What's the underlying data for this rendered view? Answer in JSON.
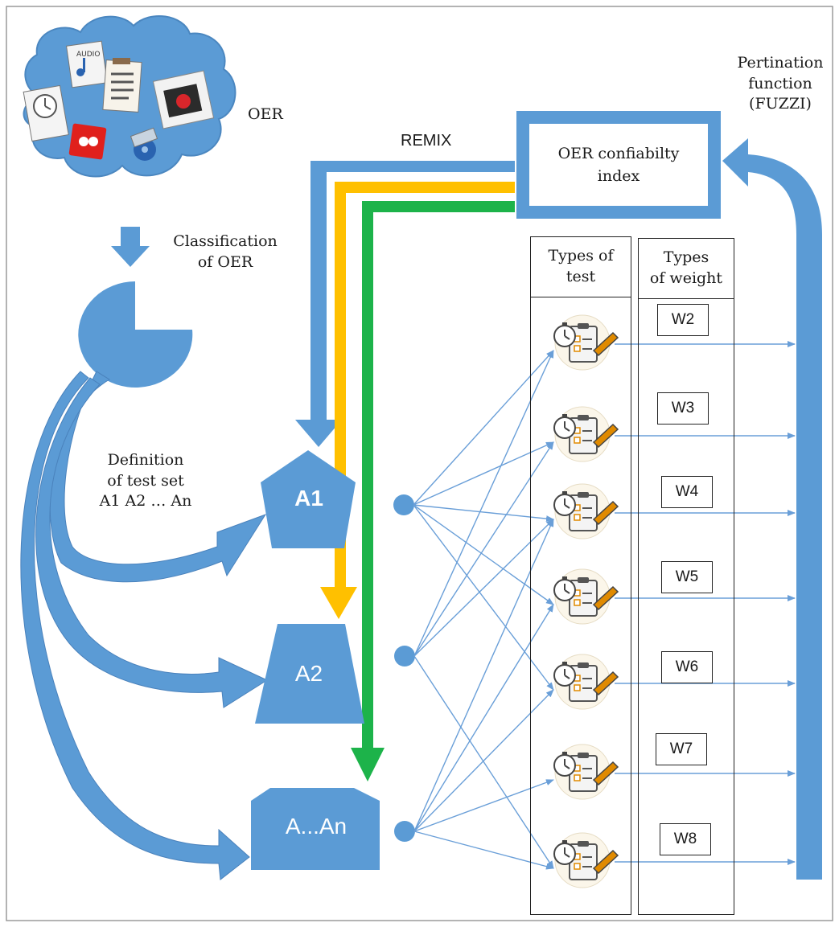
{
  "labels": {
    "oer": "OER",
    "remix": "REMIX",
    "pertination": "Pertination",
    "function": "function",
    "fuzzi": "(FUZZI)",
    "classification_1": "Classification",
    "classification_2": "of OER",
    "definition_1": "Definition",
    "definition_2": "of test set",
    "definition_3": "A1 A2 … An",
    "confiability_1": "OER confiabilty",
    "confiability_2": "index"
  },
  "columns": {
    "tests_1": "Types of",
    "tests_2": "test",
    "weights_1": "Types",
    "weights_2": "of weight"
  },
  "test_sets": [
    "A1",
    "A2",
    "A...An"
  ],
  "weights": [
    "W2",
    "W3",
    "W4",
    "W5",
    "W6",
    "W7",
    "W8"
  ],
  "colors": {
    "primary_blue": "#5b9bd5",
    "arrow_yellow": "#ffc000",
    "arrow_green": "#1db34a",
    "connector_blue": "#6a9fd8"
  },
  "icons": [
    "cloud-icon",
    "audio-icon",
    "clipboard-icon",
    "video-icon",
    "clock-icon",
    "test-checklist-icon"
  ]
}
